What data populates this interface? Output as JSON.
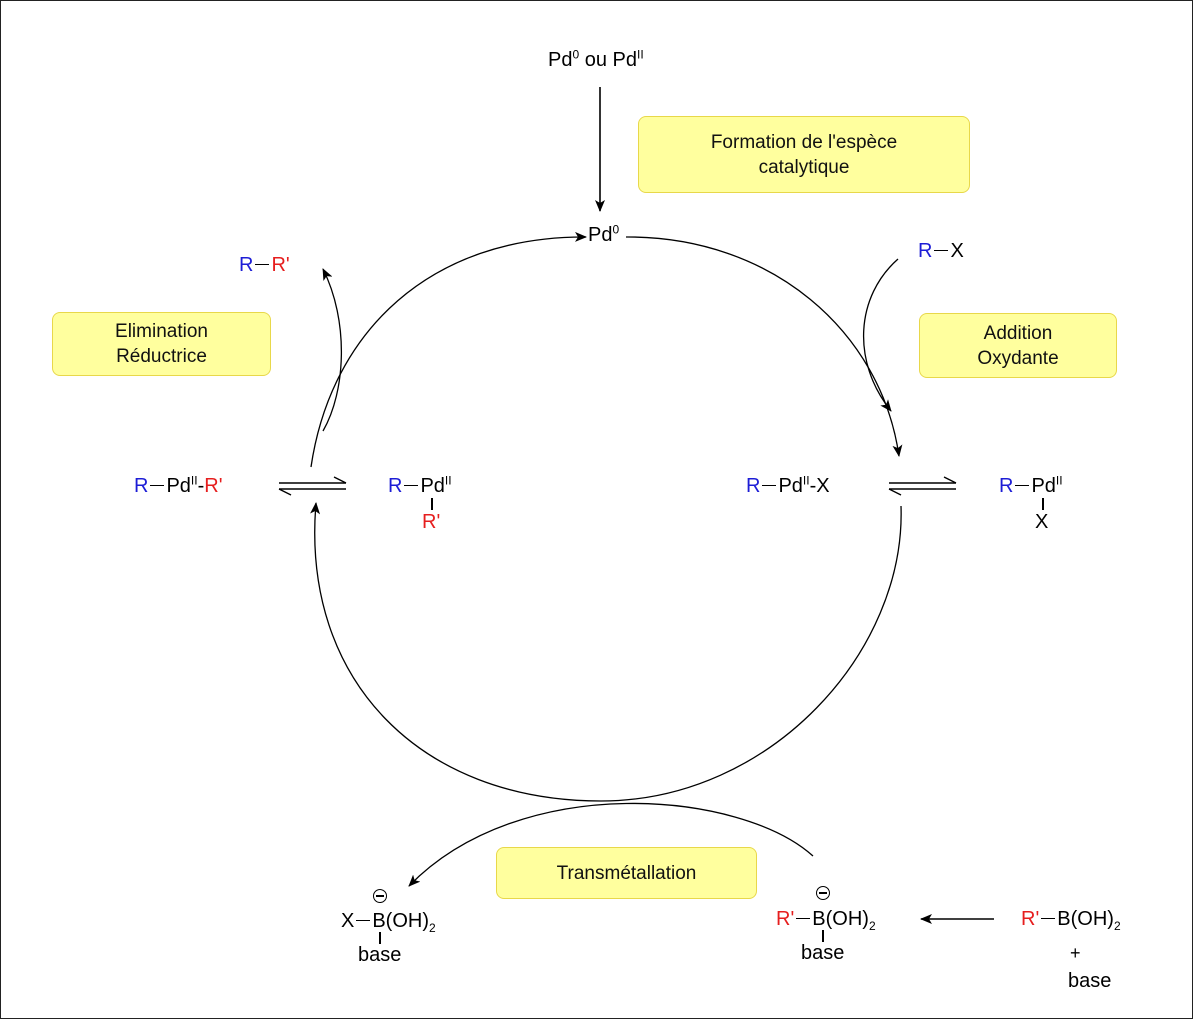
{
  "labels": {
    "formation": "Formation de l'espèce\ncatalytique",
    "addition": "Addition\nOxydante",
    "elimination": "Elimination\nRéductrice",
    "transmetallation": "Transmétallation"
  },
  "species": {
    "top_pd": "Pd",
    "top_sup0": "0",
    "top_ou": " ou Pd",
    "top_supII": "II",
    "cycle_pd": "Pd",
    "cycle_sup0": "0",
    "R": "R",
    "Rp": "R'",
    "X": "X",
    "Pd": "Pd",
    "II": "II",
    "dash_sep": "-",
    "boh2": "B(OH)",
    "sub2": "2",
    "base": "base",
    "plus": "+"
  },
  "colors": {
    "R": "#1d1dd6",
    "Rprime": "#e61e1e",
    "box_fill": "#ffff9e",
    "box_border": "#e8d84a"
  }
}
